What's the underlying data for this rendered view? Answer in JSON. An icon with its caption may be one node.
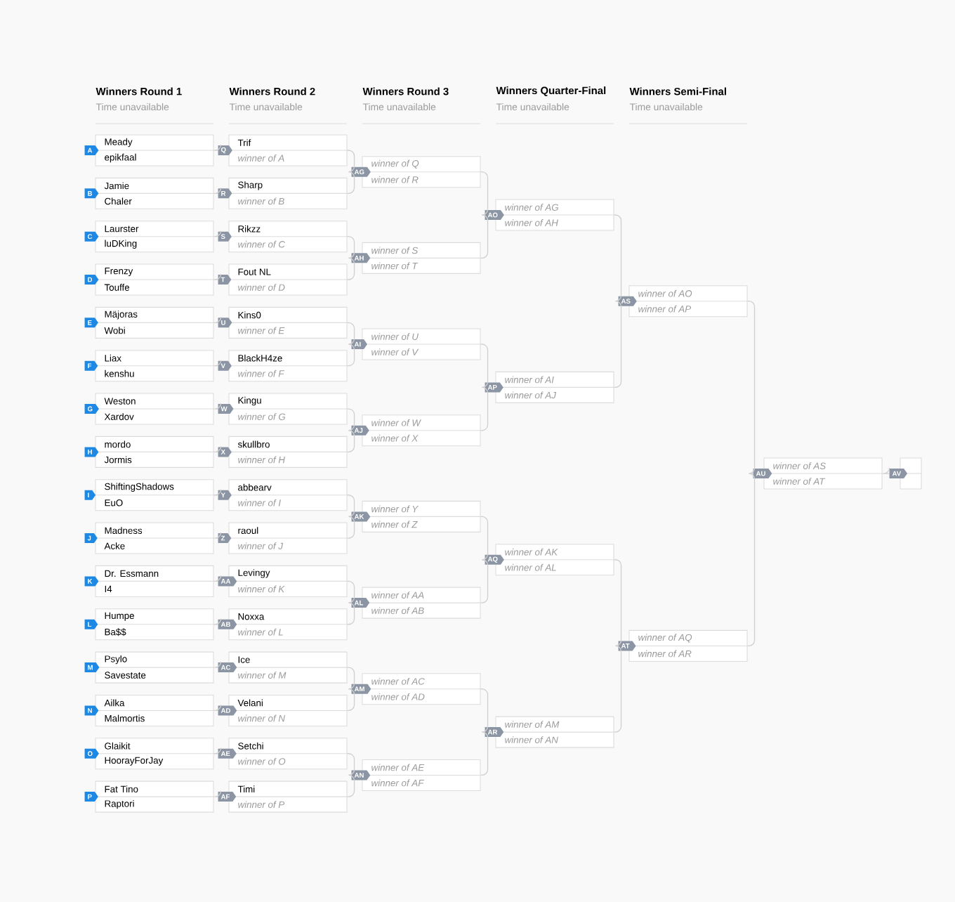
{
  "diagram": {
    "nodes": [
      {
        "text": [
          "A",
          "Meady",
          "epikfaal"
        ]
      },
      {
        "text": [
          "B",
          "Jamie",
          "Chaler"
        ]
      },
      {
        "text": [
          "C",
          "Laurster",
          "luDKing"
        ]
      },
      {
        "text": [
          "D",
          "Frenzy",
          "Touffe"
        ]
      },
      {
        "text": [
          "E",
          "Mäjoras",
          "Wobi"
        ]
      },
      {
        "text": [
          "F",
          "Liax",
          "kenshu"
        ]
      },
      {
        "text": [
          "G",
          "Weston",
          "Xardov"
        ]
      },
      {
        "text": [
          "H",
          "mordo",
          "Jormis"
        ]
      },
      {
        "text": [
          "I",
          "ShiftingShadows",
          "EuO"
        ]
      },
      {
        "text": [
          "J",
          "Madness",
          "Acke"
        ]
      },
      {
        "text": [
          "K",
          "Dr. Essmann",
          "I4"
        ]
      },
      {
        "text": [
          "L",
          "Humpe",
          "Ba$$"
        ]
      },
      {
        "text": [
          "M",
          "Psylo",
          "Savestate"
        ]
      },
      {
        "text": [
          "N",
          "Ailka",
          "Malmortis"
        ]
      },
      {
        "text": [
          "O",
          "Glaikit",
          "HoorayForJay"
        ]
      },
      {
        "text": [
          "P",
          "Fat Tino",
          "Raptori"
        ]
      },
      {
        "text": [
          "Q",
          "Trif",
          "winner of A"
        ]
      },
      {
        "text": [
          "R",
          "Sharp",
          "winner of B"
        ]
      },
      {
        "text": [
          "S",
          "Rikzz",
          "winner of C"
        ]
      },
      {
        "text": [
          "T",
          "Fout NL",
          "winner of D"
        ]
      },
      {
        "text": [
          "U",
          "Kins0",
          "winner of E"
        ]
      },
      {
        "text": [
          "V",
          "BlackH4ze",
          "winner of F"
        ]
      },
      {
        "text": [
          "W",
          "Kingu",
          "winner of G"
        ]
      },
      {
        "text": [
          "X",
          "skullbro",
          "winner of H"
        ]
      },
      {
        "text": [
          "Y",
          "abbearv",
          "winner of I"
        ]
      },
      {
        "text": [
          "Z",
          "raoul",
          "winner of J"
        ]
      },
      {
        "text": [
          "AA",
          "Levingy",
          "winner of K"
        ]
      },
      {
        "text": [
          "AB",
          "Noxxa",
          "winner of L"
        ]
      },
      {
        "text": [
          "AC",
          "Ice",
          "winner of M"
        ]
      },
      {
        "text": [
          "AD",
          "Velani",
          "winner of N"
        ]
      },
      {
        "text": [
          "AE",
          "Setchi",
          "winner of O"
        ]
      },
      {
        "text": [
          "AF",
          "Timi",
          "winner of P"
        ]
      },
      {
        "text": [
          "AG",
          "winner of Q",
          "winner of R"
        ]
      },
      {
        "text": [
          "AH",
          "winner of S",
          "winner of T"
        ]
      },
      {
        "text": [
          "AI",
          "winner of U",
          "winner of V"
        ]
      },
      {
        "text": [
          "AJ",
          "winner of W",
          "winner of X"
        ]
      },
      {
        "text": [
          "AK",
          "winner of Y",
          "winner of Z"
        ]
      },
      {
        "text": [
          "AL",
          "winner of AA",
          "winner of AB"
        ]
      },
      {
        "text": [
          "AM",
          "winner of AC",
          "winner of AD"
        ]
      },
      {
        "text": [
          "AN",
          "winner of AE",
          "winner of AF"
        ]
      },
      {
        "text": [
          "AO",
          "winner of AG",
          "winner of AH"
        ]
      },
      {
        "text": [
          "AP",
          "winner of AI",
          "winner of AJ"
        ]
      },
      {
        "text": [
          "AQ",
          "winner of AK",
          "winner of AL"
        ]
      },
      {
        "text": [
          "AR",
          "winner of AM",
          "winner of AN"
        ]
      },
      {
        "text": [
          "AS",
          "winner of AO",
          "winner of AP"
        ]
      },
      {
        "text": [
          "AT",
          "winner of AQ",
          "winner of AR"
        ]
      },
      {
        "text": [
          "AU",
          "winner of AS",
          "winner of AT"
        ]
      },
      {
        "text": [
          "AV"
        ]
      }
    ],
    "edges": [
      {
        "from": 0,
        "to": 16,
        "arrow": "none"
      },
      {
        "from": 1,
        "to": 17,
        "arrow": "none"
      },
      {
        "from": 2,
        "to": 18,
        "arrow": "none"
      },
      {
        "from": 3,
        "to": 19,
        "arrow": "none"
      },
      {
        "from": 4,
        "to": 20,
        "arrow": "none"
      },
      {
        "from": 5,
        "to": 21,
        "arrow": "none"
      },
      {
        "from": 6,
        "to": 22,
        "arrow": "none"
      },
      {
        "from": 7,
        "to": 23,
        "arrow": "none"
      },
      {
        "from": 8,
        "to": 24,
        "arrow": "none"
      },
      {
        "from": 9,
        "to": 25,
        "arrow": "none"
      },
      {
        "from": 10,
        "to": 26,
        "arrow": "none"
      },
      {
        "from": 11,
        "to": 27,
        "arrow": "none"
      },
      {
        "from": 12,
        "to": 28,
        "arrow": "none"
      },
      {
        "from": 13,
        "to": 29,
        "arrow": "none"
      },
      {
        "from": 14,
        "to": 30,
        "arrow": "none"
      },
      {
        "from": 15,
        "to": 31,
        "arrow": "none"
      },
      {
        "from": 16,
        "to": 32,
        "arrow": "none"
      },
      {
        "from": 17,
        "to": 32,
        "arrow": "none"
      },
      {
        "from": 18,
        "to": 33,
        "arrow": "none"
      },
      {
        "from": 19,
        "to": 33,
        "arrow": "none"
      },
      {
        "from": 20,
        "to": 34,
        "arrow": "none"
      },
      {
        "from": 21,
        "to": 34,
        "arrow": "none"
      },
      {
        "from": 22,
        "to": 35,
        "arrow": "none"
      },
      {
        "from": 23,
        "to": 35,
        "arrow": "none"
      },
      {
        "from": 24,
        "to": 36,
        "arrow": "none"
      },
      {
        "from": 25,
        "to": 36,
        "arrow": "none"
      },
      {
        "from": 26,
        "to": 37,
        "arrow": "none"
      },
      {
        "from": 27,
        "to": 37,
        "arrow": "none"
      },
      {
        "from": 28,
        "to": 38,
        "arrow": "none"
      },
      {
        "from": 29,
        "to": 38,
        "arrow": "none"
      },
      {
        "from": 30,
        "to": 39,
        "arrow": "none"
      },
      {
        "from": 31,
        "to": 39,
        "arrow": "none"
      },
      {
        "from": 32,
        "to": 40,
        "arrow": "none"
      },
      {
        "from": 33,
        "to": 40,
        "arrow": "none"
      },
      {
        "from": 34,
        "to": 41,
        "arrow": "none"
      },
      {
        "from": 35,
        "to": 41,
        "arrow": "none"
      },
      {
        "from": 36,
        "to": 42,
        "arrow": "none"
      },
      {
        "from": 37,
        "to": 42,
        "arrow": "none"
      },
      {
        "from": 38,
        "to": 43,
        "arrow": "none"
      },
      {
        "from": 39,
        "to": 43,
        "arrow": "none"
      },
      {
        "from": 40,
        "to": 44,
        "arrow": "none"
      },
      {
        "from": 41,
        "to": 44,
        "arrow": "none"
      },
      {
        "from": 42,
        "to": 45,
        "arrow": "none"
      },
      {
        "from": 43,
        "to": 45,
        "arrow": "none"
      },
      {
        "from": 44,
        "to": 46,
        "arrow": "none"
      },
      {
        "from": 45,
        "to": 46,
        "arrow": "none"
      },
      {
        "from": 46,
        "to": 47,
        "arrow": "none"
      }
    ],
    "labels": [
      "Winners Round 1",
      "Time unavailable",
      "Winners Round 2",
      "Time unavailable",
      "Winners Round 3",
      "Time unavailable",
      "Winners Quarter-Final",
      "Time unavailable",
      "Winners Semi-Final",
      "Time unavailable"
    ]
  }
}
